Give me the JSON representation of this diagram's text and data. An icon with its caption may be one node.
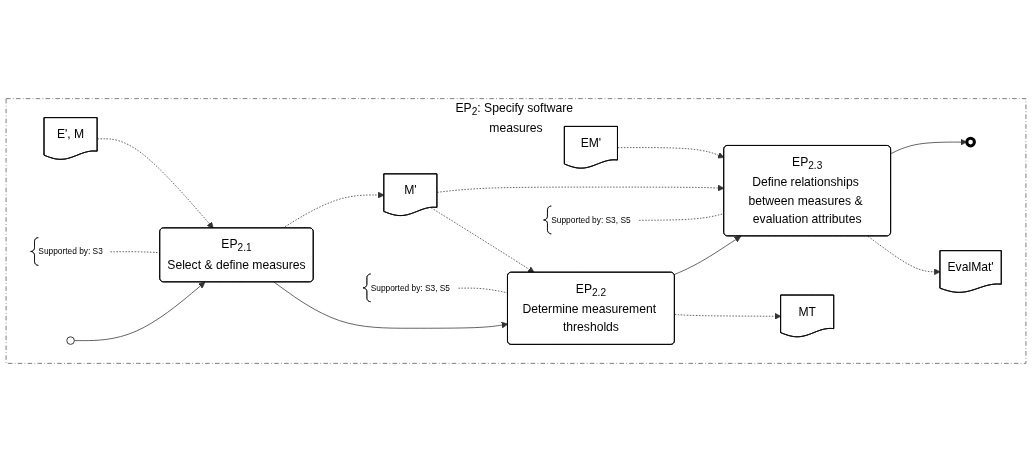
{
  "diagram": {
    "nodes": [
      {
        "text": [
          "EP$_{2}$: Specify software measures"
        ]
      },
      {
        "text": [
          "Supported by: S3"
        ],
        "in": 0
      },
      {
        "text": [
          "Supported by: S3, S5"
        ],
        "in": 0
      },
      {
        "text": [
          "Supported by: S3, S5"
        ],
        "in": 0
      },
      {
        "text": [],
        "shape": "circle",
        "in": 0
      },
      {
        "text": [
          "EP$_{2.1}$",
          "Select & define measures"
        ],
        "in": 0
      },
      {
        "text": [
          "EP$_{2.2}$",
          "Determine measurement thresholds"
        ],
        "in": 0
      },
      {
        "text": [
          "EP$_{2.3}$",
          "Define relationships between measures & evaluation attributes"
        ],
        "in": 0
      },
      {
        "text": [],
        "shape": "circle",
        "in": 0
      },
      {
        "text": [
          "E', M"
        ],
        "in": 0
      },
      {
        "text": [
          "M'"
        ],
        "in": 0
      },
      {
        "text": [
          "MT"
        ],
        "in": 0
      },
      {
        "text": [
          "EM'"
        ],
        "in": 0
      },
      {
        "text": [
          "EvalMat'"
        ],
        "in": 0
      }
    ],
    "edges": [
      {
        "from": 4,
        "to": 5,
        "arrow": "to"
      },
      {
        "from": 5,
        "to": 6,
        "arrow": "to"
      },
      {
        "from": 6,
        "to": 7,
        "arrow": "to"
      },
      {
        "from": 7,
        "to": 8,
        "arrow": "to"
      },
      {
        "from": 1,
        "to": 5,
        "arrow": "none",
        "style": "dashed"
      },
      {
        "from": 2,
        "to": 6,
        "arrow": "none",
        "style": "dashed"
      },
      {
        "from": 3,
        "to": 7,
        "arrow": "none",
        "style": "dashed"
      },
      {
        "from": 9,
        "to": 5,
        "arrow": "to",
        "style": "dashed"
      },
      {
        "from": 5,
        "to": 10,
        "arrow": "to",
        "style": "dashed"
      },
      {
        "from": 10,
        "to": 6,
        "arrow": "to",
        "style": "dashed"
      },
      {
        "from": 10,
        "to": 7,
        "arrow": "to",
        "style": "dashed"
      },
      {
        "from": 6,
        "to": 11,
        "arrow": "to",
        "style": "dashed"
      },
      {
        "from": 12,
        "to": 7,
        "arrow": "to",
        "style": "dashed"
      },
      {
        "from": 7,
        "to": 13,
        "arrow": "to",
        "style": "dashed"
      }
    ]
  }
}
